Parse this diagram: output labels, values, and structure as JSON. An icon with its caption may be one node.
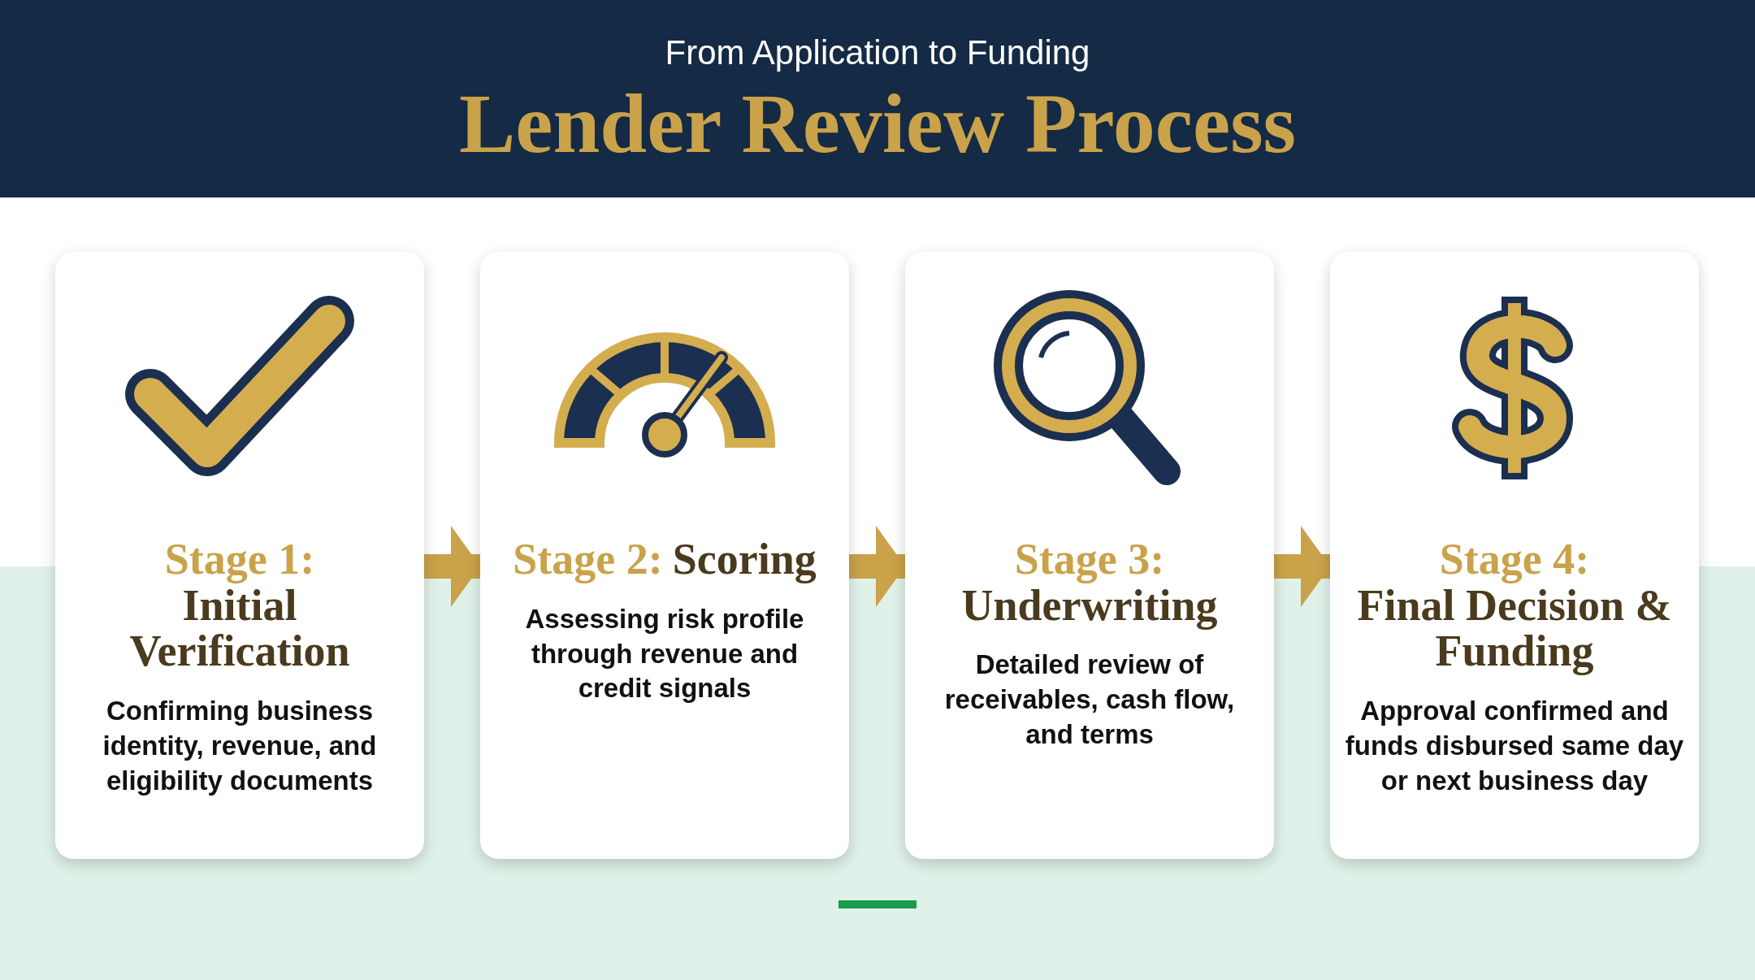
{
  "diagram": {
    "title": "Lender Review Process",
    "nodes": [
      {
        "text": [
          "Stage 1:",
          "Initial Verification",
          "Confirming business identity, revenue, and eligibility documents"
        ]
      },
      {
        "text": [
          "Stage 2:",
          "Scoring",
          "Assessing risk profile through revenue and credit signals"
        ]
      },
      {
        "text": [
          "Stage 3:",
          "Underwriting",
          "Detailed review of receivables, cash flow, and terms"
        ]
      },
      {
        "text": [
          "Stage 4:",
          "Final Decision & Funding",
          "Approval confirmed and funds disbursed same day or next business day"
        ]
      }
    ],
    "edges": [
      {
        "from": 0,
        "to": 1,
        "arrow": "to"
      },
      {
        "from": 1,
        "to": 2,
        "arrow": "to"
      },
      {
        "from": 2,
        "to": 3,
        "arrow": "to"
      }
    ],
    "labels": [
      "From Application to Funding"
    ]
  }
}
